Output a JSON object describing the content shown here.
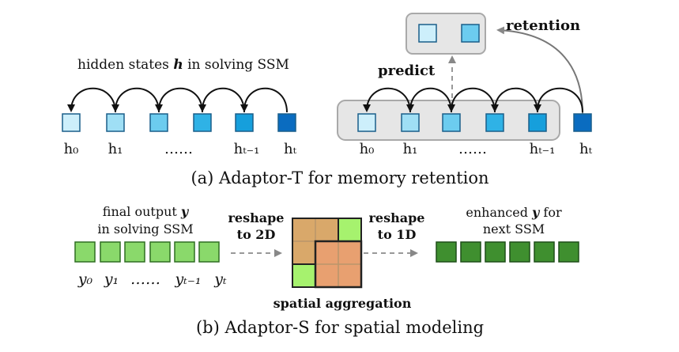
{
  "panel_a": {
    "left": {
      "label": "hidden states h in solving SSM",
      "label_prefix": "hidden states ",
      "label_var": "h",
      "label_suffix": " in solving SSM",
      "nodes": [
        "h₀",
        "h₁",
        "……",
        "hₜ₋₁",
        "hₜ"
      ],
      "node_colors": [
        "#cdeffb",
        "#9fdff5",
        "#6cccef",
        "#2fb2e6",
        "#169fdc",
        "#0a6cc0"
      ]
    },
    "right": {
      "predict_label": "predict",
      "retention_label": "retention",
      "nodes": [
        "h₀",
        "h₁",
        "……",
        "hₜ₋₁",
        "hₜ"
      ],
      "node_colors": [
        "#cdeffb",
        "#9fdff5",
        "#6cccef",
        "#2fb2e6",
        "#169fdc",
        "#0a6cc0"
      ],
      "retained_colors": [
        "#cdeffb",
        "#6cccef"
      ]
    },
    "caption": "(a) Adaptor-T for memory retention"
  },
  "panel_b": {
    "input_label_line1": "final output y",
    "input_label_line1_prefix": "final output ",
    "input_label_line1_var": "y",
    "input_label_line2": "in solving SSM",
    "reshape_2d_line1": "reshape",
    "reshape_2d_line2": "to 2D",
    "reshape_1d_line1": "reshape",
    "reshape_1d_line2": "to 1D",
    "output_label_line1": "enhanced y for",
    "output_label_line1_prefix": "enhanced ",
    "output_label_line1_var": "y",
    "output_label_line1_suffix": " for",
    "output_label_line2": "next SSM",
    "input_nodes": [
      "y₀",
      "y₁",
      "……",
      "yₜ₋₁",
      "yₜ"
    ],
    "input_color": "#8ad96b",
    "output_color": "#3f8f2f",
    "grid_colors": {
      "tan": "#d9a86a",
      "orange": "#e8a070",
      "green": "#a6f26e"
    },
    "aggregation_label": "spatial aggregation",
    "caption": "(b) Adaptor-S for spatial modeling"
  }
}
